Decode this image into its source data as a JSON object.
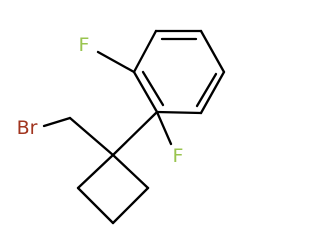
{
  "molecule": {
    "atoms": {
      "fluorine_top": "F",
      "fluorine_bottom": "F",
      "bromine": "Br"
    }
  },
  "colors": {
    "fluorine": "#99c44f",
    "bromine": "#a1351f",
    "bond": "#000000"
  }
}
